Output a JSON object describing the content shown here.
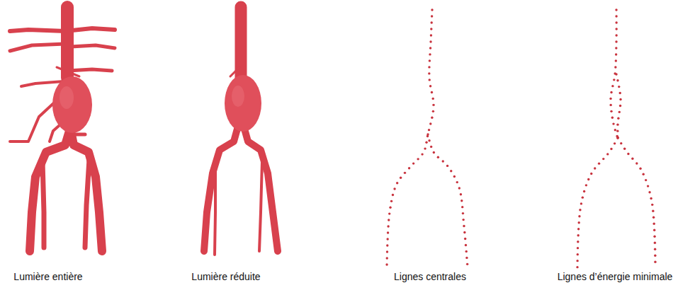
{
  "diagram": {
    "labels": [
      "Lumière entière",
      "Lumière réduite",
      "Lignes centrales",
      "Lignes d’énergie minimale"
    ]
  }
}
